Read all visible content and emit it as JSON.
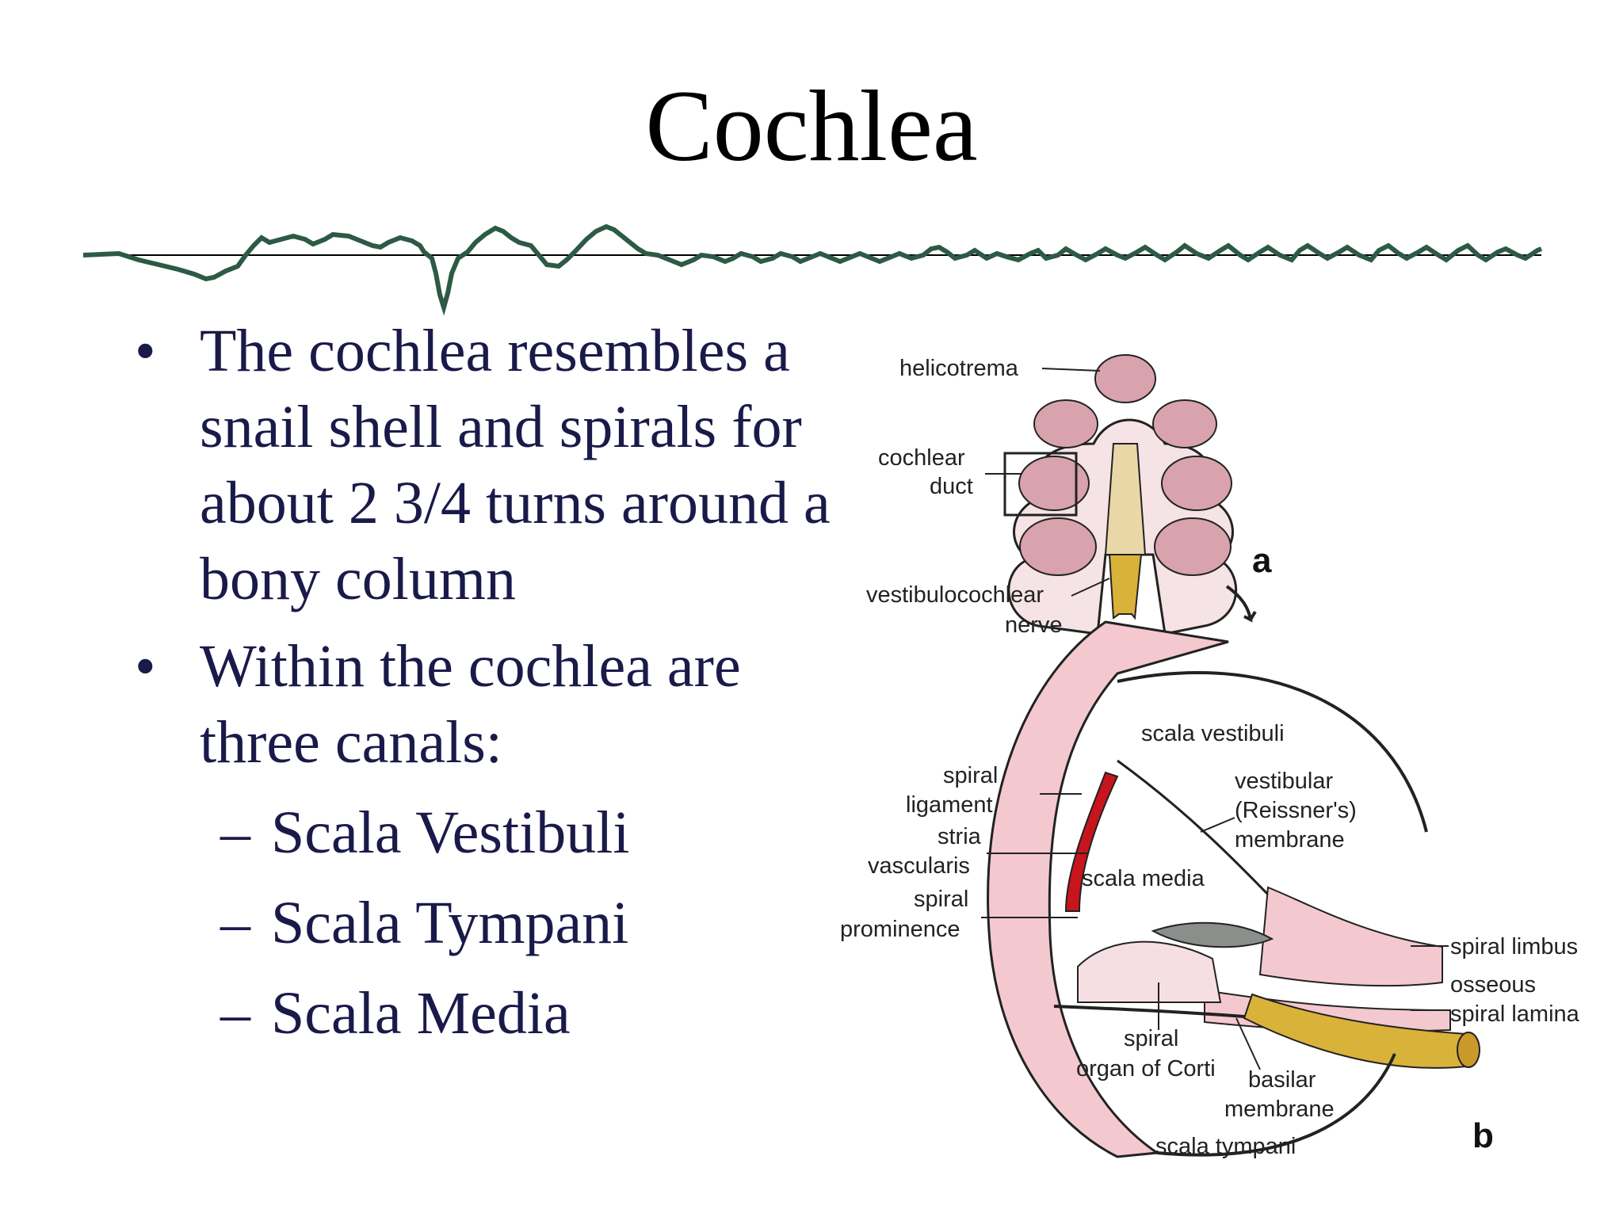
{
  "slide": {
    "title": "Cochlea",
    "bullets": [
      {
        "text": "The cochlea resembles a snail shell and spirals for about 2 3/4 turns around a bony column"
      },
      {
        "text": "Within the cochlea are three canals:"
      }
    ],
    "sub_items": [
      "Scala Vestibuli",
      "Scala Tympani",
      "Scala Media"
    ],
    "bullet_glyph": "•",
    "dash_glyph": "–"
  },
  "figure": {
    "panel_a_letter": "a",
    "panel_b_letter": "b",
    "labels_a": {
      "helicotrema": "helicotrema",
      "cochlear_1": "cochlear",
      "cochlear_2": "duct",
      "nerve_1": "vestibulocochlear",
      "nerve_2": "nerve"
    },
    "labels_b": {
      "scala_vestibuli": "scala vestibuli",
      "vest_mem_1": "vestibular",
      "vest_mem_2": "(Reissner's)",
      "vest_mem_3": "membrane",
      "spiral_lig_1": "spiral",
      "spiral_lig_2": "ligament",
      "stria_1": "stria",
      "stria_2": "vascularis",
      "prom_1": "spiral",
      "prom_2": "prominence",
      "scala_media": "scala media",
      "spiral_limbus": "spiral limbus",
      "osseous_1": "osseous",
      "osseous_2": "spiral lamina",
      "corti_1": "spiral",
      "corti_2": "organ of Corti",
      "basilar_1": "basilar",
      "basilar_2": "membrane",
      "scala_tympani": "scala tympani"
    },
    "colors": {
      "tissue_pink": "#f3c9cf",
      "stria_red": "#c8141c",
      "nerve_yellow": "#d9b23a",
      "membrane_gray": "#8a8f8c",
      "wave_green": "#2d5a45"
    }
  }
}
